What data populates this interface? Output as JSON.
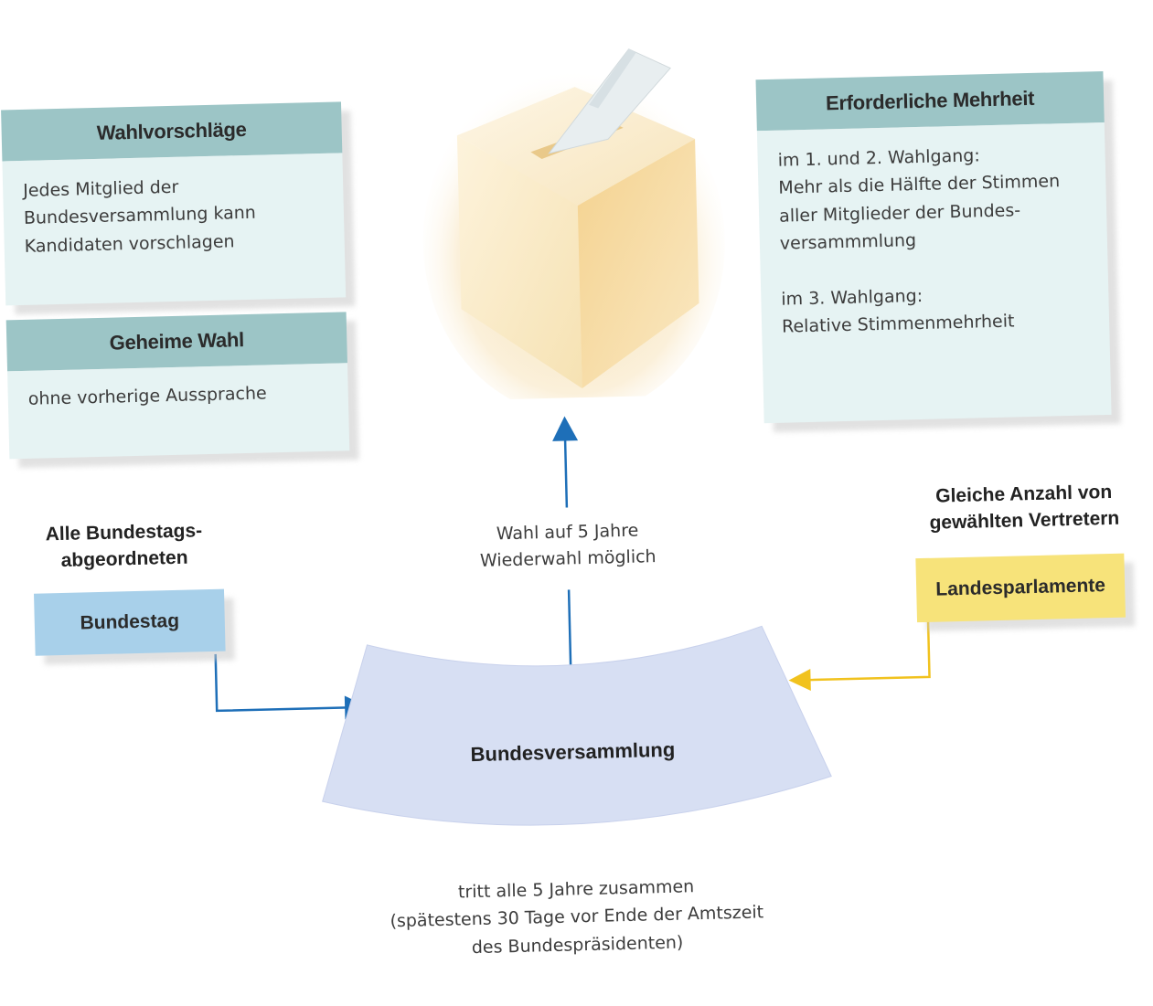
{
  "cards": {
    "wahlvorschlaege": {
      "title": "Wahlvorschläge",
      "lines": [
        "Jedes Mitglied der",
        "Bundesversammlung kann",
        "Kandidaten vorschlagen"
      ]
    },
    "geheime_wahl": {
      "title": "Geheime Wahl",
      "lines": [
        "ohne vorherige Aussprache"
      ]
    },
    "mehrheit": {
      "title": "Erforderliche Mehrheit",
      "lines": [
        "im 1. und 2. Wahlgang:",
        "Mehr als die Hälfte der Stimmen",
        "aller Mitglieder der Bundes-",
        "versammmlung",
        "",
        "im 3. Wahlgang:",
        "Relative Stimmenmehrheit"
      ]
    }
  },
  "bundestag": {
    "caption_lines": [
      "Alle Bundestags-",
      "abgeordneten"
    ],
    "box_label": "Bundestag"
  },
  "landesparlamente": {
    "caption_lines": [
      "Gleiche Anzahl von",
      "gewählten Vertretern"
    ],
    "box_label": "Landesparlamente"
  },
  "center_arrow_text": [
    "Wahl auf 5 Jahre",
    "Wiederwahl möglich"
  ],
  "bundesversammlung": {
    "label": "Bundesversammlung",
    "note_lines": [
      "tritt alle 5 Jahre zusammen",
      "(spätestens 30 Tage vor Ende der Amtszeit",
      "des Bundespräsidenten)"
    ]
  },
  "colors": {
    "card_header": "#9cc5c6",
    "card_body": "#e6f3f3",
    "bundestag_box": "#a8d0ea",
    "landes_box": "#f7e37a",
    "blue_arrow": "#1e6fb8",
    "yellow_arrow": "#f1c21e",
    "assembly": "#d7dff3",
    "ballot_box": "#f6dca1"
  },
  "icons": [
    "ballot-box-icon"
  ]
}
